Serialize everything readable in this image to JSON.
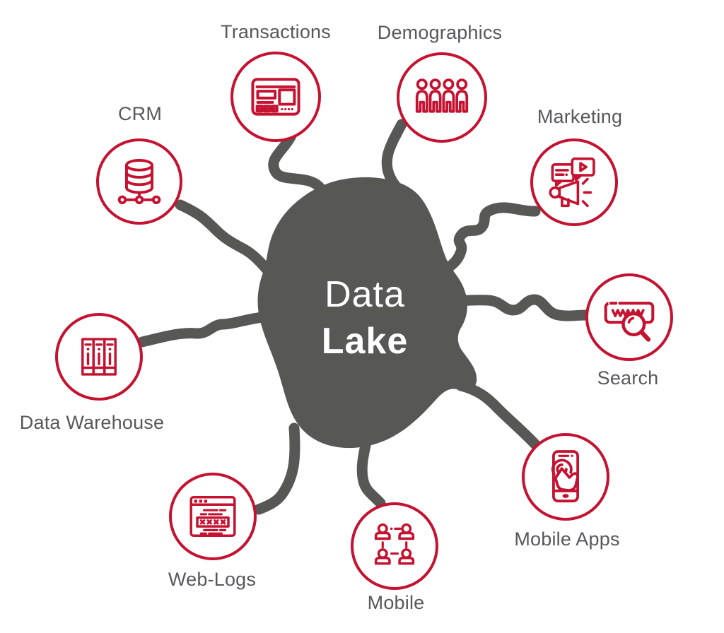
{
  "diagram": {
    "title": "Data Lake",
    "center": {
      "line1": "Data",
      "line2": "Lake"
    },
    "colors": {
      "accent_red": "#C41230",
      "blob_gray": "#575756",
      "label_gray": "#58585A",
      "background": "#FFFFFF"
    },
    "nodes": [
      {
        "id": "transactions",
        "label": "Transactions",
        "icon": "pos-terminal-icon"
      },
      {
        "id": "demographics",
        "label": "Demographics",
        "icon": "people-group-icon"
      },
      {
        "id": "crm",
        "label": "CRM",
        "icon": "database-network-icon"
      },
      {
        "id": "marketing",
        "label": "Marketing",
        "icon": "megaphone-media-icon"
      },
      {
        "id": "search",
        "label": "Search",
        "icon": "www-magnifier-icon"
      },
      {
        "id": "data_warehouse",
        "label": "Data Warehouse",
        "icon": "archive-binders-icon"
      },
      {
        "id": "web_logs",
        "label": "Web-Logs",
        "icon": "browser-log-icon"
      },
      {
        "id": "mobile",
        "label": "Mobile",
        "icon": "people-network-icon"
      },
      {
        "id": "mobile_apps",
        "label": "Mobile Apps",
        "icon": "touch-phone-icon"
      }
    ]
  }
}
